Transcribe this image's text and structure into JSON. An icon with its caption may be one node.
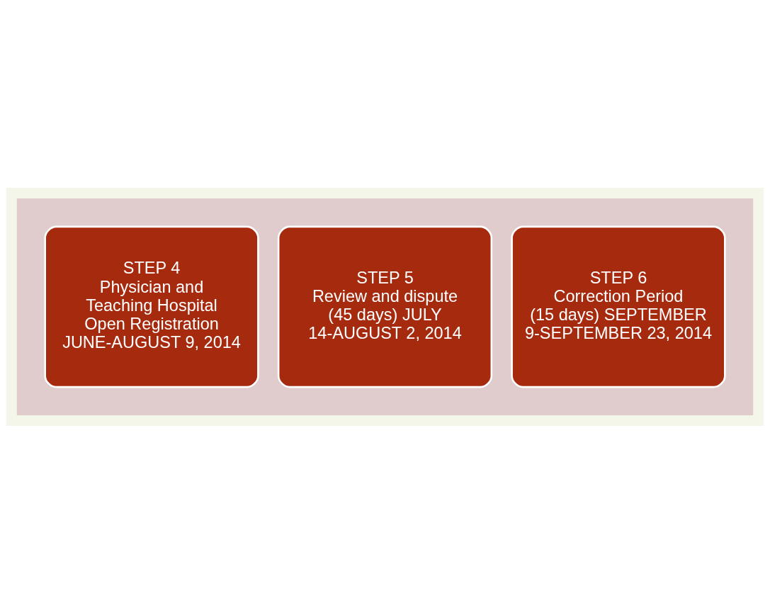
{
  "diagram": {
    "nodes": [
      {
        "text": [],
        "shape": "arrow"
      },
      {
        "text": [
          "STEP 4",
          "Physician and Teaching Hospital Open Registration",
          "JUNE-AUGUST 9, 2014"
        ],
        "in": 0
      },
      {
        "text": [
          "STEP 5",
          "Review and dispute (45 days) JULY 14-AUGUST 2, 2014"
        ],
        "in": 0
      },
      {
        "text": [
          "STEP 6",
          "Correction Period (15 days) SEPTEMBER 9-SEPTEMBER 23, 2014"
        ],
        "in": 0
      }
    ]
  }
}
